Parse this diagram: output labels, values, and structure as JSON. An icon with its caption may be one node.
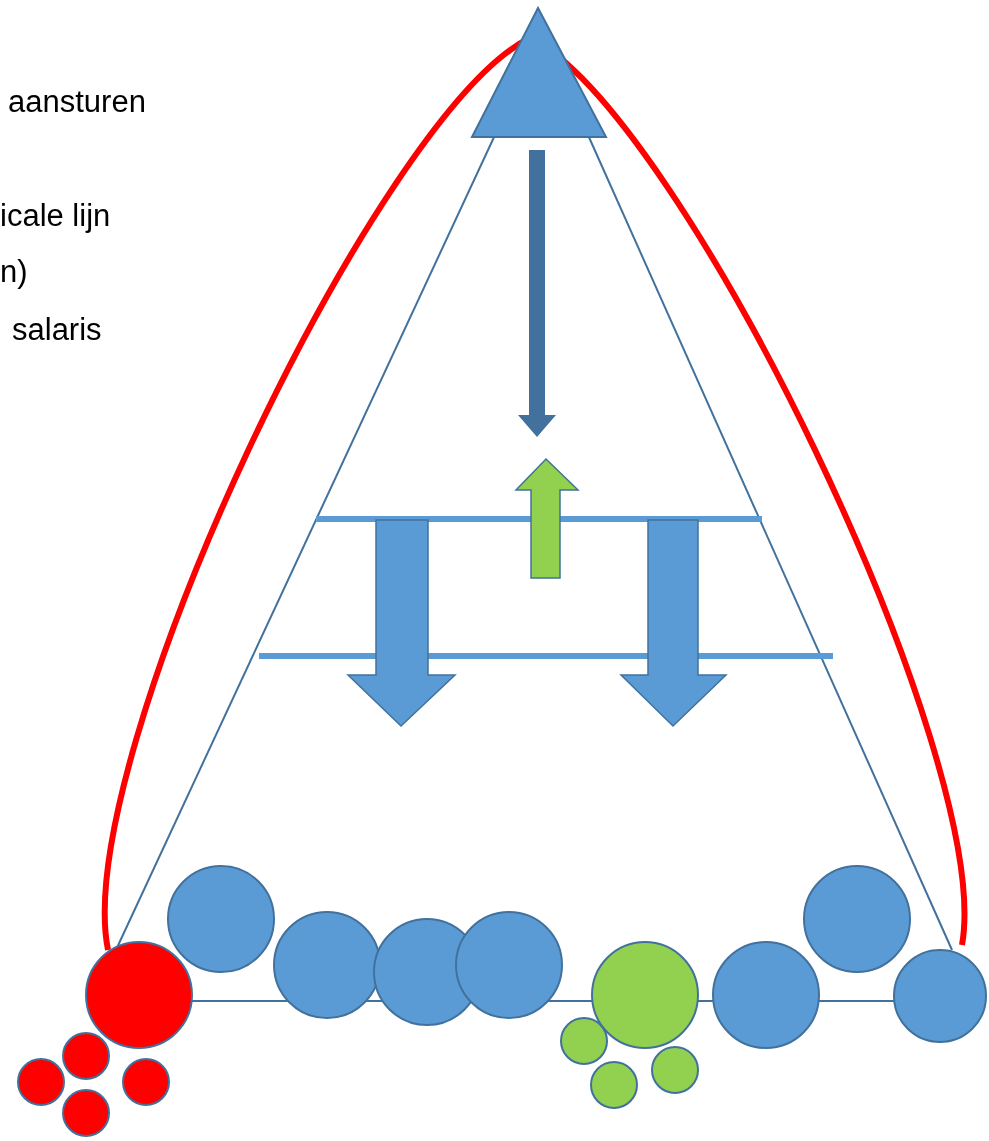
{
  "diagram": {
    "labels": [
      "aansturen",
      "icale lijn",
      "n)",
      "salaris"
    ]
  }
}
